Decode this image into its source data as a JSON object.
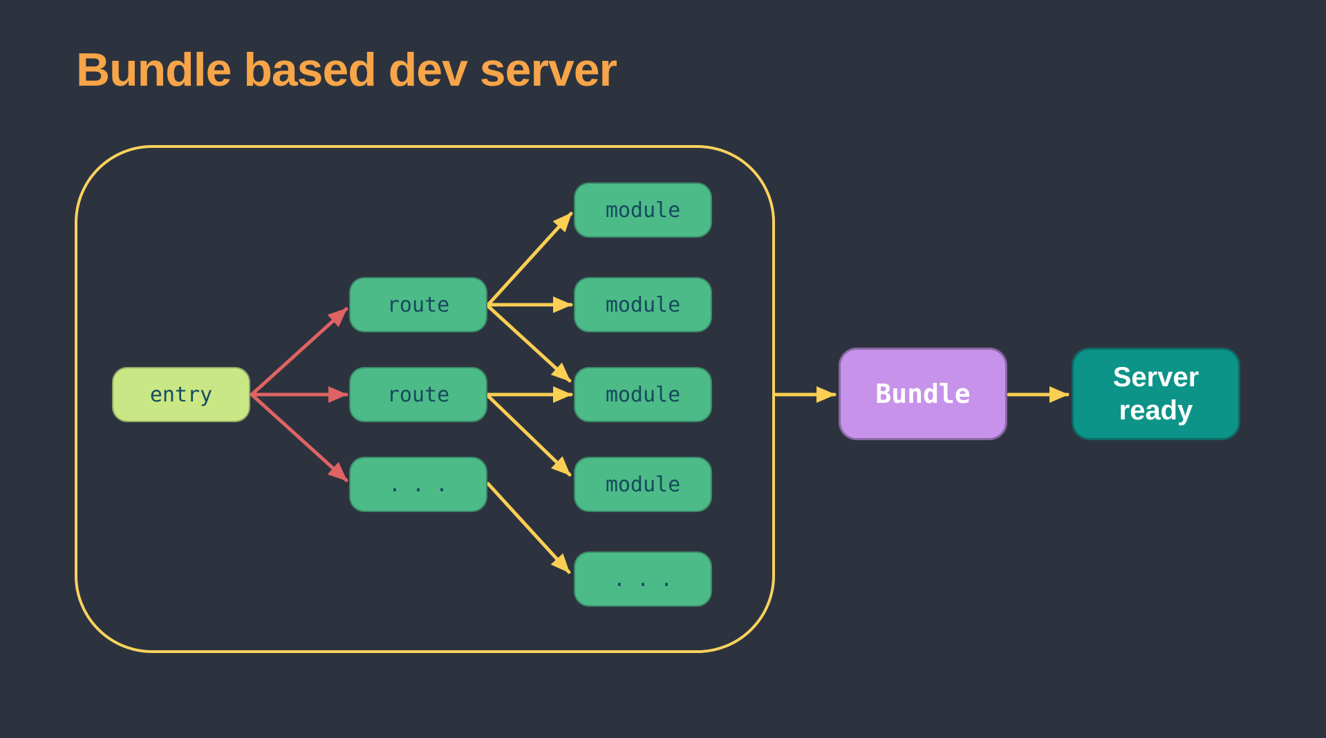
{
  "title": "Bundle based dev server",
  "colors": {
    "background": "#2d333e",
    "title_text": "#f7a548",
    "boundary_border": "#fbd35e",
    "arrow_yellow": "#fbcf54",
    "arrow_red": "#e06363",
    "node_green": "#4cbb88",
    "node_entry_green": "#c9e784",
    "node_bundle_purple": "#c792ea",
    "node_server_teal": "#0d9488",
    "node_text_dark": "#17495e",
    "node_text_light": "#ffffff"
  },
  "diagram": {
    "entry": {
      "label": "entry"
    },
    "routes": [
      {
        "label": "route"
      },
      {
        "label": "route"
      },
      {
        "label": "..."
      }
    ],
    "modules": [
      {
        "label": "module"
      },
      {
        "label": "module"
      },
      {
        "label": "module"
      },
      {
        "label": "module"
      },
      {
        "label": "..."
      }
    ],
    "bundle": {
      "label": "Bundle"
    },
    "server": {
      "line1": "Server",
      "line2": "ready"
    },
    "edges": [
      {
        "from": "entry",
        "to": "route-1",
        "color": "red"
      },
      {
        "from": "entry",
        "to": "route-2",
        "color": "red"
      },
      {
        "from": "entry",
        "to": "route-3",
        "color": "red"
      },
      {
        "from": "route-1",
        "to": "module-1",
        "color": "yellow"
      },
      {
        "from": "route-1",
        "to": "module-2",
        "color": "yellow"
      },
      {
        "from": "route-1",
        "to": "module-3",
        "color": "yellow"
      },
      {
        "from": "route-2",
        "to": "module-3",
        "color": "yellow"
      },
      {
        "from": "route-2",
        "to": "module-4",
        "color": "yellow"
      },
      {
        "from": "route-3",
        "to": "module-5",
        "color": "yellow"
      },
      {
        "from": "boundary",
        "to": "bundle",
        "color": "yellow"
      },
      {
        "from": "bundle",
        "to": "server-ready",
        "color": "yellow"
      }
    ]
  }
}
